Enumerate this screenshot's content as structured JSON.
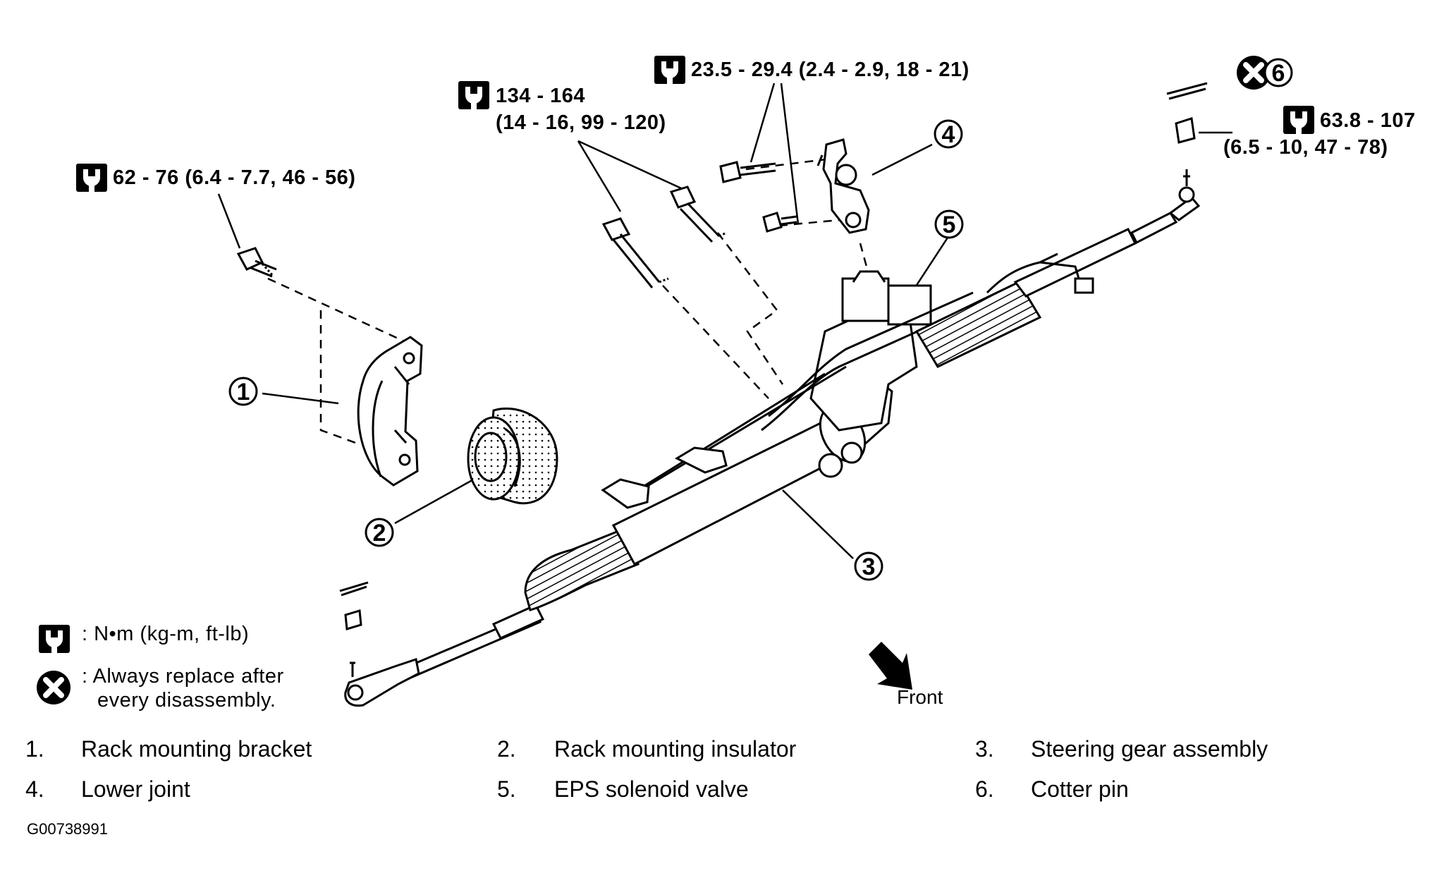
{
  "torque_labels": {
    "bracket_bolt": {
      "line1": "62 - 76 (6.4 - 7.7, 46 - 56)"
    },
    "rack_bolts": {
      "line1": "134 - 164",
      "line2": "(14 - 16, 99 - 120)"
    },
    "joint_bolts": {
      "line1": "23.5 - 29.4 (2.4 - 2.9, 18 - 21)"
    },
    "tie_rod_nut": {
      "line1": "63.8 - 107",
      "line2": "(6.5 - 10, 47 - 78)"
    }
  },
  "callouts": [
    "1",
    "2",
    "3",
    "4",
    "5",
    "6"
  ],
  "legend": {
    "torque": ": N•m  (kg-m,  ft-lb)",
    "replace_line1": ": Always replace after",
    "replace_line2": "every disassembly."
  },
  "direction_label": "Front",
  "parts": [
    {
      "number": "1.",
      "name": "Rack mounting bracket"
    },
    {
      "number": "2.",
      "name": "Rack mounting insulator"
    },
    {
      "number": "3.",
      "name": "Steering gear assembly"
    },
    {
      "number": "4.",
      "name": "Lower joint"
    },
    {
      "number": "5.",
      "name": "EPS solenoid valve"
    },
    {
      "number": "6.",
      "name": "Cotter pin"
    }
  ],
  "figure_id": "G00738991",
  "icons": [
    "torque-wrench-icon",
    "replace-x-icon",
    "front-arrow-icon"
  ]
}
